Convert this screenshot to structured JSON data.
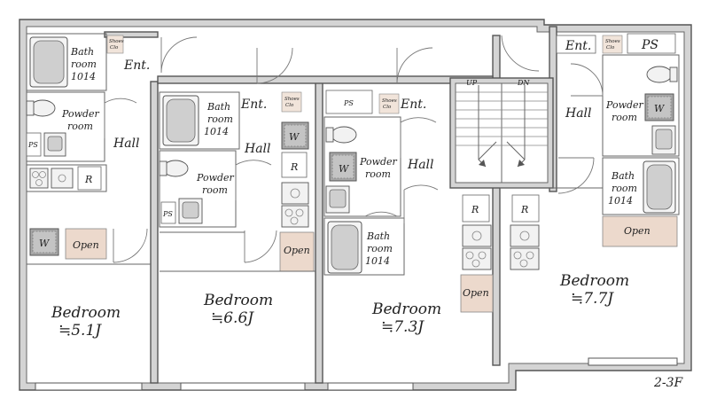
{
  "floor_label": "2-3F",
  "labels": {
    "bathroom_line1": "Bath",
    "bathroom_line2": "room",
    "bath_size": "1014",
    "powder_line1": "Powder",
    "powder_line2": "room",
    "hall": "Hall",
    "entrance": "Ent.",
    "shoes_line1": "Shoes",
    "shoes_line2": "Clo",
    "ps": "PS",
    "washer": "W",
    "refrigerator": "R",
    "open": "Open",
    "bedroom": "Bedroom",
    "stairs_up": "UP",
    "stairs_down": "DN"
  },
  "units": [
    {
      "id": "unit-1",
      "bedroom_size": "≒5.1J"
    },
    {
      "id": "unit-2",
      "bedroom_size": "≒6.6J"
    },
    {
      "id": "unit-3",
      "bedroom_size": "≒7.3J"
    },
    {
      "id": "unit-4",
      "bedroom_size": "≒7.7J"
    }
  ]
}
